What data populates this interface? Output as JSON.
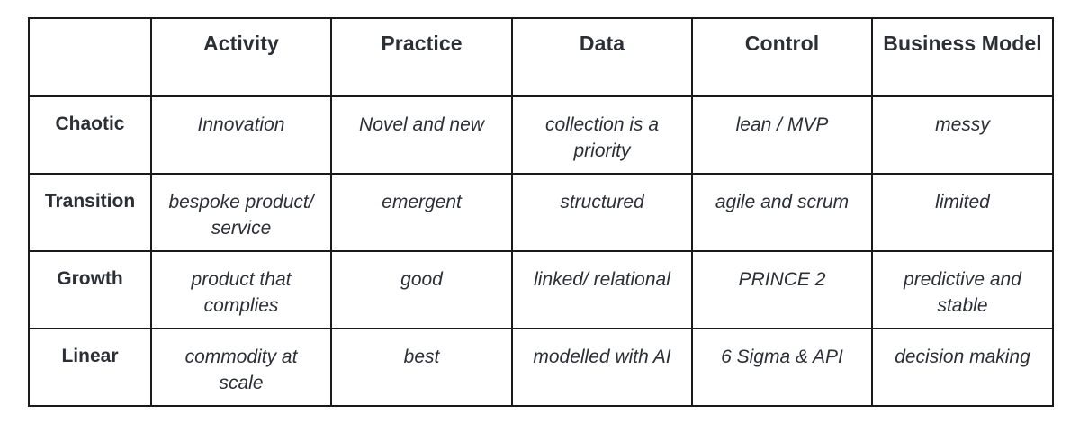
{
  "page": {
    "background_color": "#ffffff",
    "border_color": "#1a1a1a",
    "text_color": "#2b2f36"
  },
  "table": {
    "corner_label": "",
    "column_headers": [
      "Activity",
      "Practice",
      "Data",
      "Control",
      "Business Model"
    ],
    "row_headers": [
      "Chaotic",
      "Transition",
      "Growth",
      "Linear"
    ],
    "rows": [
      {
        "stage": "Chaotic",
        "cells": [
          "Innovation",
          "Novel and new",
          "collection is a priority",
          "lean / MVP",
          "messy"
        ]
      },
      {
        "stage": "Transition",
        "cells": [
          "bespoke product/ service",
          "emergent",
          "structured",
          "agile and scrum",
          "limited"
        ]
      },
      {
        "stage": "Growth",
        "cells": [
          "product that complies",
          "good",
          "linked/ relational",
          "PRINCE 2",
          "predictive and stable"
        ]
      },
      {
        "stage": "Linear",
        "cells": [
          "commodity at scale",
          "best",
          "modelled with AI",
          "6 Sigma & API",
          "decision making"
        ]
      }
    ]
  }
}
